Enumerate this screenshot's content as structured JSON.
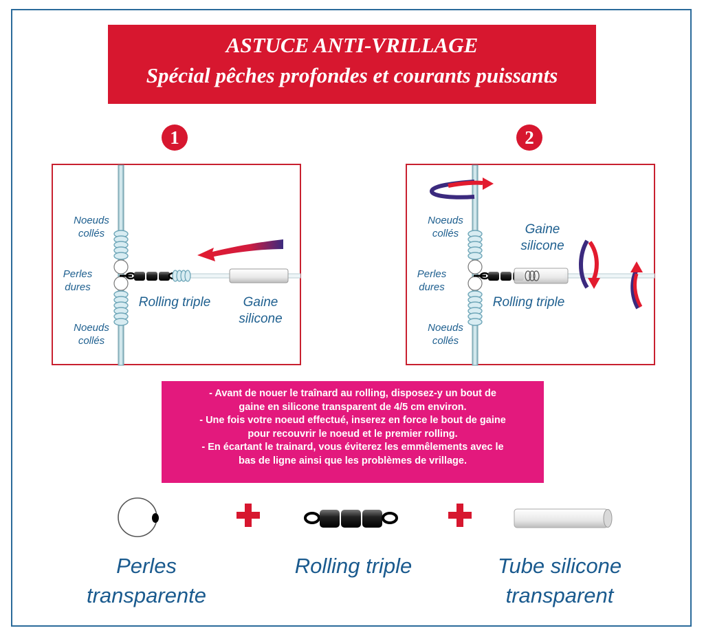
{
  "title": {
    "line1": "ASTUCE ANTI-VRILLAGE",
    "line2": "Spécial pêches profondes et courants puissants"
  },
  "steps": [
    {
      "number": "1",
      "labels": {
        "knots_top": "Noeuds collés",
        "beads": "Perles dures",
        "knots_bottom": "Noeuds collés",
        "swivel": "Rolling triple",
        "sleeve": "Gaine silicone"
      }
    },
    {
      "number": "2",
      "labels": {
        "knots_top": "Noeuds collés",
        "beads": "Perles dures",
        "knots_bottom": "Noeuds collés",
        "swivel": "Rolling triple",
        "sleeve": "Gaine silicone"
      }
    }
  ],
  "instructions": [
    "- Avant de nouer le traînard au rolling, disposez-y un bout de",
    "gaine en silicone transparent de 4/5 cm environ.",
    "- Une fois votre noeud effectué, inserez en force le  bout de gaine",
    "pour recouvrir le noeud et le premier rolling.",
    "- En écartant le trainard, vous éviterez les emmêlements avec le",
    "bas de ligne ainsi que les problèmes de vrillage."
  ],
  "components": [
    {
      "name": "Perles transparente",
      "line1": "Perles",
      "line2": "transparente",
      "icon": "bead-icon"
    },
    {
      "name": "Rolling triple",
      "line1": "Rolling triple",
      "line2": "",
      "icon": "triple-swivel-icon"
    },
    {
      "name": "Tube silicone transparent",
      "line1": "Tube silicone",
      "line2": "transparent",
      "icon": "silicone-tube-icon"
    }
  ],
  "colors": {
    "accent_red": "#d7172f",
    "info_pink": "#e3197d",
    "label_blue": "#1e5f8f",
    "frame_blue": "#2a6a9a"
  }
}
